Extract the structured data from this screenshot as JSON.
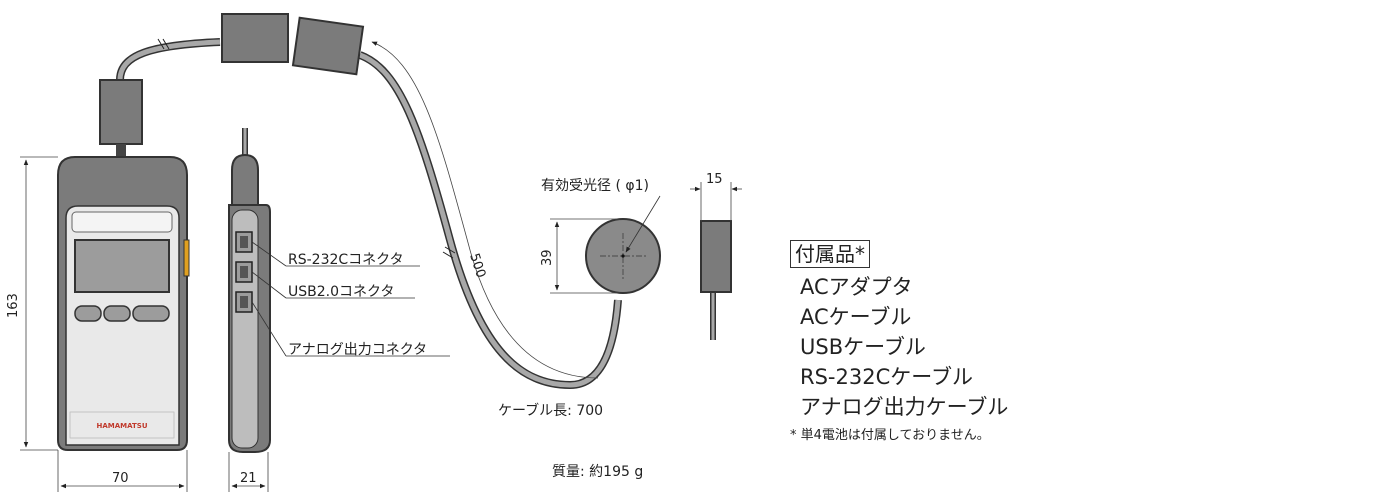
{
  "dimensions": {
    "meter_height": "163",
    "meter_width": "70",
    "meter_depth": "21",
    "sensor_diameter": "39",
    "sensor_thickness": "15",
    "cable_to_meter": "500"
  },
  "labels": {
    "rs232c": "RS-232Cコネクタ",
    "usb": "USB2.0コネクタ",
    "analog": "アナログ出力コネクタ",
    "aperture": "有効受光径 ( φ1)",
    "cable_length": "ケーブル長: 700",
    "brand": "HAMAMATSU"
  },
  "weight": "質量: 約195 g",
  "accessories": {
    "title": "付属品*",
    "items": [
      "ACアダプタ",
      "ACケーブル",
      "USBケーブル",
      "RS-232Cケーブル",
      "アナログ出力ケーブル"
    ],
    "note": "* 単4電池は付属しておりません。"
  },
  "colors": {
    "body_dark": "#7b7b7b",
    "body_light": "#e9e9e9",
    "display": "#9c9c9c",
    "sensor": "#8a8a8a",
    "cable": "#a8a8a8",
    "accent": "#e0a020"
  }
}
